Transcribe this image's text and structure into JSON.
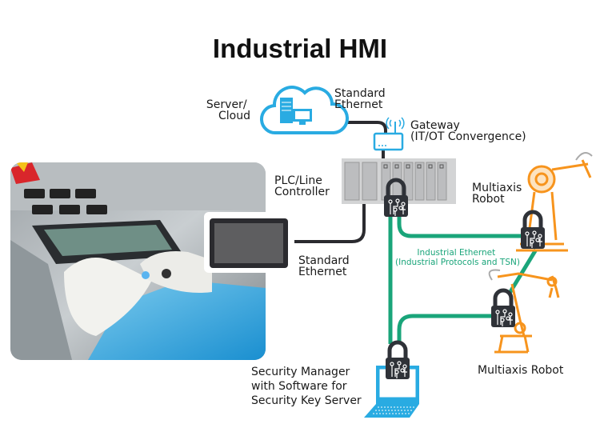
{
  "title": "Industrial HMI",
  "labels": {
    "server_cloud": [
      "Server/",
      "Cloud"
    ],
    "standard_ethernet_top": [
      "Standard",
      "Ethernet"
    ],
    "gateway": [
      "Gateway",
      "(IT/OT Convergence)"
    ],
    "plc": [
      "PLC/Line",
      "Controller"
    ],
    "standard_ethernet_hmi": [
      "Standard",
      "Ethernet"
    ],
    "robot_top": [
      "Multiaxis",
      "Robot"
    ],
    "industrial_ethernet": [
      "Industrial Ethernet",
      "(Industrial Protocols and TSN)"
    ],
    "robot_bottom": "Multiaxis Robot",
    "security_manager": [
      "Security Manager",
      "with Software for",
      "Security Key Server"
    ]
  },
  "colors": {
    "accent_blue": "#29abe2",
    "network_green": "#1aa57a",
    "robot_orange": "#f7941d",
    "cable_black": "#2b2b2f",
    "lock_dark": "#2f3238"
  }
}
